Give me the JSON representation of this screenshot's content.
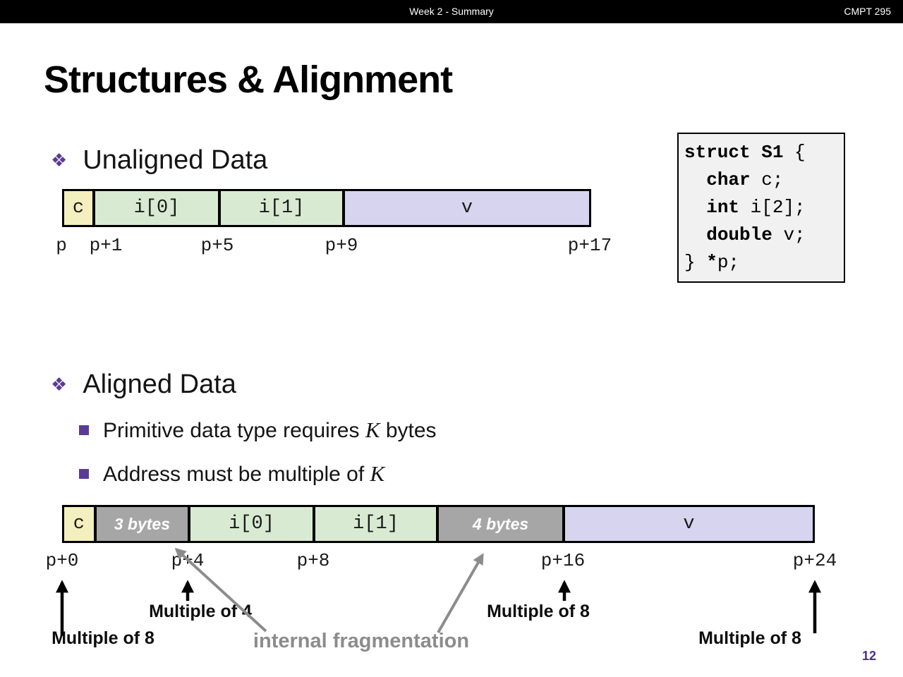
{
  "header": {
    "title": "Week 2 - Summary",
    "course": "CMPT 295"
  },
  "title": "Structures & Alignment",
  "bullets": {
    "unaligned_label": "Unaligned Data",
    "aligned_label": "Aligned Data",
    "point1_pre": "Primitive data type requires ",
    "point1_var": "K",
    "point1_post": " bytes",
    "point2_pre": "Address must be multiple of ",
    "point2_var": "K"
  },
  "code_box": {
    "lines": [
      {
        "indent": "",
        "keyword": "struct S1",
        "rest": " {"
      },
      {
        "indent": "  ",
        "keyword": "char",
        "rest": " c;"
      },
      {
        "indent": "  ",
        "keyword": "int",
        "rest": " i[2];"
      },
      {
        "indent": "  ",
        "keyword": "double",
        "rest": " v;"
      },
      {
        "indent": "} ",
        "keyword": "*",
        "rest": "p;"
      }
    ]
  },
  "diagram_unaligned": {
    "cells": [
      {
        "label": "c"
      },
      {
        "label": "i[0]"
      },
      {
        "label": "i[1]"
      },
      {
        "label": "v"
      }
    ],
    "addresses": [
      "p",
      "p+1",
      "p+5",
      "p+9",
      "p+17"
    ]
  },
  "diagram_aligned": {
    "cells": [
      {
        "label": "c"
      },
      {
        "label": "3 bytes"
      },
      {
        "label": "i[0]"
      },
      {
        "label": "i[1]"
      },
      {
        "label": "4 bytes"
      },
      {
        "label": "v"
      }
    ],
    "addresses": [
      "p+0",
      "p+4",
      "p+8",
      "p+16",
      "p+24"
    ]
  },
  "annotations": {
    "multiple_of_8_left": "Multiple of 8",
    "multiple_of_4": "Multiple of 4",
    "multiple_of_8_mid": "Multiple of 8",
    "multiple_of_8_right": "Multiple of 8",
    "internal_fragmentation": "internal fragmentation"
  },
  "page_number": "12",
  "colors": {
    "char_cell": "#f4efbe",
    "int_cell": "#d9ead3",
    "double_cell": "#d6d4ee",
    "padding_cell": "#a6a6a6",
    "accent_purple": "#5a3c94",
    "annotation_gray": "#8c8c8c",
    "header_bg": "#000000",
    "code_box_bg": "#f1f1f1"
  }
}
